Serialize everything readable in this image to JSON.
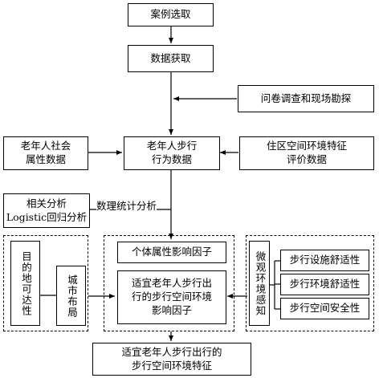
{
  "nodes": {
    "case_selection": "案例选取",
    "data_acquisition": "数据获取",
    "survey": "问卷调查和现场勘探",
    "social_attr_line1": "老年人社会",
    "social_attr_line2": "属性数据",
    "walking_behavior_line1": "老年人步行",
    "walking_behavior_line2": "行为数据",
    "env_eval_line1": "住区空间环境特征",
    "env_eval_line2": "评价数据",
    "analysis_line1": "相关分析",
    "analysis_line2": "Logistic回归分析",
    "stats_label": "数理统计分析",
    "individual_factor": "个体属性影响因子",
    "walking_env_factor_line1": "适宜老年人步行出",
    "walking_env_factor_line2": "行的步行空间环境",
    "walking_env_factor_line3": "影响因子",
    "destination": "目的地可达性",
    "city_layout": "城市布局",
    "micro_env": "微观环境感知",
    "comfort_facility": "步行设施舒适性",
    "comfort_env": "步行环境舒适性",
    "safety": "步行空间安全性",
    "result_line1": "适宜老年人步行出行的",
    "result_line2": "步行空间环境特征"
  }
}
